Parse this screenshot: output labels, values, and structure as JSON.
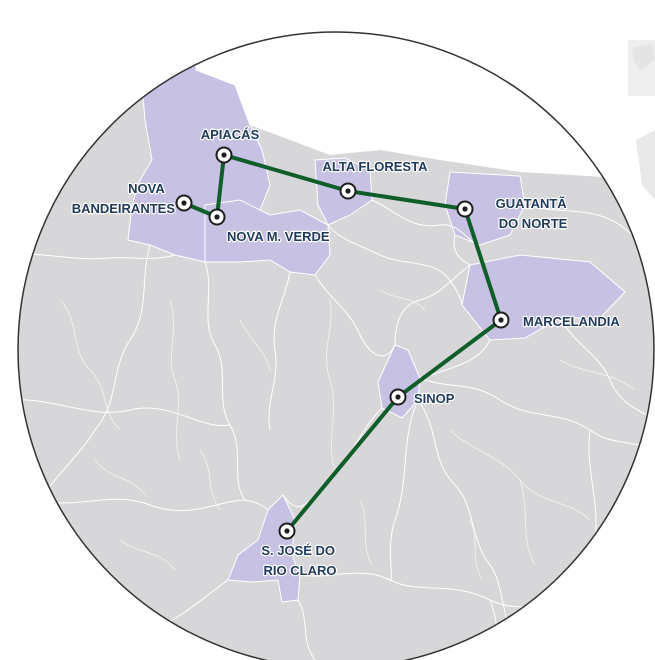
{
  "map": {
    "colors": {
      "land": "#d7d7d9",
      "highlight": "#c7c2e3",
      "route": "#0f5e2a",
      "border": "#ffffff",
      "circle_outline": "#333333",
      "label": "#1f3a5a",
      "marker_fill": "#ffffff",
      "marker_ring": "#1e1e1e",
      "background": "#ffffff"
    },
    "cities": [
      {
        "id": "apiacas",
        "lines": [
          "APIACÁS"
        ]
      },
      {
        "id": "nova-bandeirantes",
        "lines": [
          "NOVA",
          "BANDEIRANTES"
        ]
      },
      {
        "id": "nova-monte-verde",
        "lines": [
          "NOVA M. VERDE"
        ]
      },
      {
        "id": "alta-floresta",
        "lines": [
          "ALTA FLORESTA"
        ]
      },
      {
        "id": "guaranta-do-norte",
        "lines": [
          "GUATANTÃ",
          "DO NORTE"
        ]
      },
      {
        "id": "marcelandia",
        "lines": [
          "MARCELANDIA"
        ]
      },
      {
        "id": "sinop",
        "lines": [
          "SINOP"
        ]
      },
      {
        "id": "sao-jose-do-rio-claro",
        "lines": [
          "S. JOSÉ DO",
          "RIO CLARO"
        ]
      }
    ],
    "route_order": [
      "nova-bandeirantes",
      "nova-monte-verde",
      "apiacas",
      "alta-floresta",
      "guaranta-do-norte",
      "marcelandia",
      "sinop",
      "sao-jose-do-rio-claro"
    ]
  }
}
